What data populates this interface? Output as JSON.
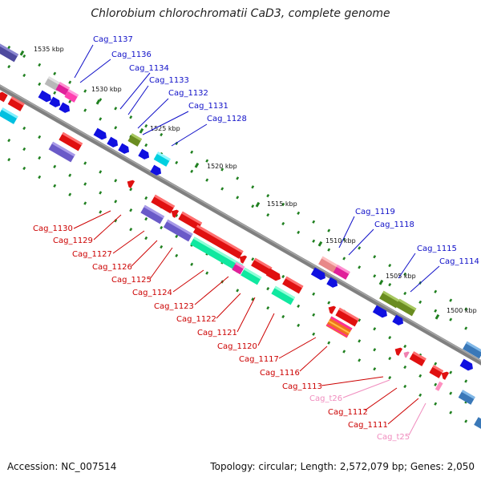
{
  "title": "Chlorobium chlorochromatii CaD3, complete genome",
  "footer": {
    "accession": "Accession: NC_007514",
    "summary": "Topology: circular; Length: 2,572,079 bp; Genes: 2,050"
  },
  "colors": {
    "top_labels": "#1010c8",
    "bottom_labels": "#cc0000",
    "trna_labels": "#f08cbe",
    "backbone": "#808080",
    "tick": "#208020"
  },
  "ruler": [
    {
      "label": "1535 kbp"
    },
    {
      "label": "1530 kbp"
    },
    {
      "label": "1525 kbp"
    },
    {
      "label": "1520 kbp"
    },
    {
      "label": "1515 kbp"
    },
    {
      "label": "1510 kbp"
    },
    {
      "label": "1505 kbp"
    },
    {
      "label": "1500 kbp"
    }
  ],
  "top_gene_labels": [
    {
      "label": "Cag_1137"
    },
    {
      "label": "Cag_1136"
    },
    {
      "label": "Cag_1134"
    },
    {
      "label": "Cag_1133"
    },
    {
      "label": "Cag_1132"
    },
    {
      "label": "Cag_1131"
    },
    {
      "label": "Cag_1128"
    },
    {
      "label": "Cag_1119"
    },
    {
      "label": "Cag_1118"
    },
    {
      "label": "Cag_1115"
    },
    {
      "label": "Cag_1114"
    }
  ],
  "bottom_gene_labels": [
    {
      "label": "Cag_1130"
    },
    {
      "label": "Cag_1129"
    },
    {
      "label": "Cag_1127"
    },
    {
      "label": "Cag_1126"
    },
    {
      "label": "Cag_1125"
    },
    {
      "label": "Cag_1124"
    },
    {
      "label": "Cag_1123"
    },
    {
      "label": "Cag_1122"
    },
    {
      "label": "Cag_1121"
    },
    {
      "label": "Cag_1120"
    },
    {
      "label": "Cag_1117"
    },
    {
      "label": "Cag_1116"
    },
    {
      "label": "Cag_1113"
    },
    {
      "label": "Cag_t26"
    },
    {
      "label": "Cag_1112"
    },
    {
      "label": "Cag_1111"
    },
    {
      "label": "Cag_t25"
    }
  ]
}
